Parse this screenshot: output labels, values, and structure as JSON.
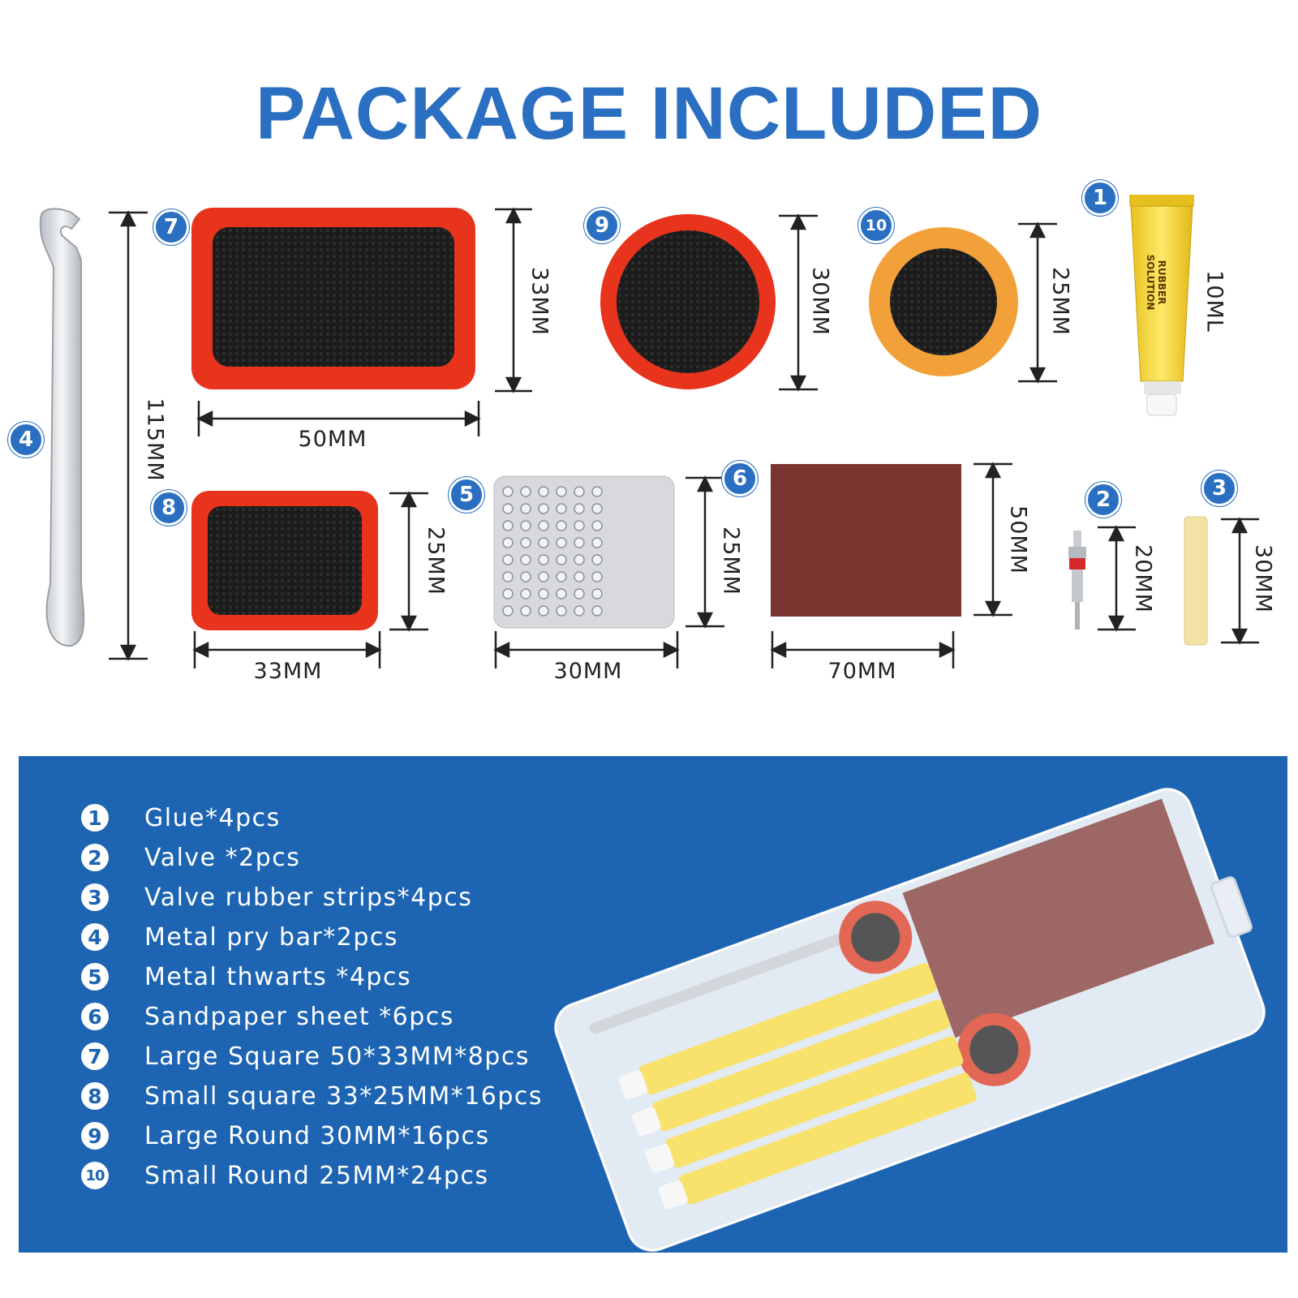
{
  "title": "PACKAGE INCLUDED",
  "badges": [
    "1",
    "2",
    "3",
    "4",
    "5",
    "6",
    "7",
    "8",
    "9",
    "10"
  ],
  "dimensions": {
    "pry_bar_length": "115MM",
    "large_square_width": "50MM",
    "large_square_height": "33MM",
    "large_round_diameter": "30MM",
    "small_round_diameter": "25MM",
    "glue_volume": "10ML",
    "small_square_width": "33MM",
    "small_square_height": "25MM",
    "thwart_width": "30MM",
    "thwart_height": "25MM",
    "sandpaper_width": "70MM",
    "sandpaper_height": "50MM",
    "valve_length": "20MM",
    "strip_length": "30MM"
  },
  "glue_tube_label": "RUBBER SOLUTION",
  "items": [
    {
      "num": "1",
      "text": "Glue*4pcs"
    },
    {
      "num": "2",
      "text": "Valve *2pcs"
    },
    {
      "num": "3",
      "text": "Valve rubber strips*4pcs"
    },
    {
      "num": "4",
      "text": "Metal pry bar*2pcs"
    },
    {
      "num": "5",
      "text": "Metal thwarts *4pcs"
    },
    {
      "num": "6",
      "text": "Sandpaper sheet *6pcs"
    },
    {
      "num": "7",
      "text": "Large Square 50*33MM*8pcs"
    },
    {
      "num": "8",
      "text": "Small square 33*25MM*16pcs"
    },
    {
      "num": "9",
      "text": "Large Round 30MM*16pcs"
    },
    {
      "num": "10",
      "text": "Small Round 25MM*24pcs"
    }
  ],
  "colors": {
    "brand_blue": "#2a6fc1",
    "panel_blue": "#1d64b2",
    "patch_red": "#e8341c",
    "patch_orange": "#f2a13a",
    "sandpaper": "#7b3530",
    "glue_yellow": "#f6d93b"
  }
}
